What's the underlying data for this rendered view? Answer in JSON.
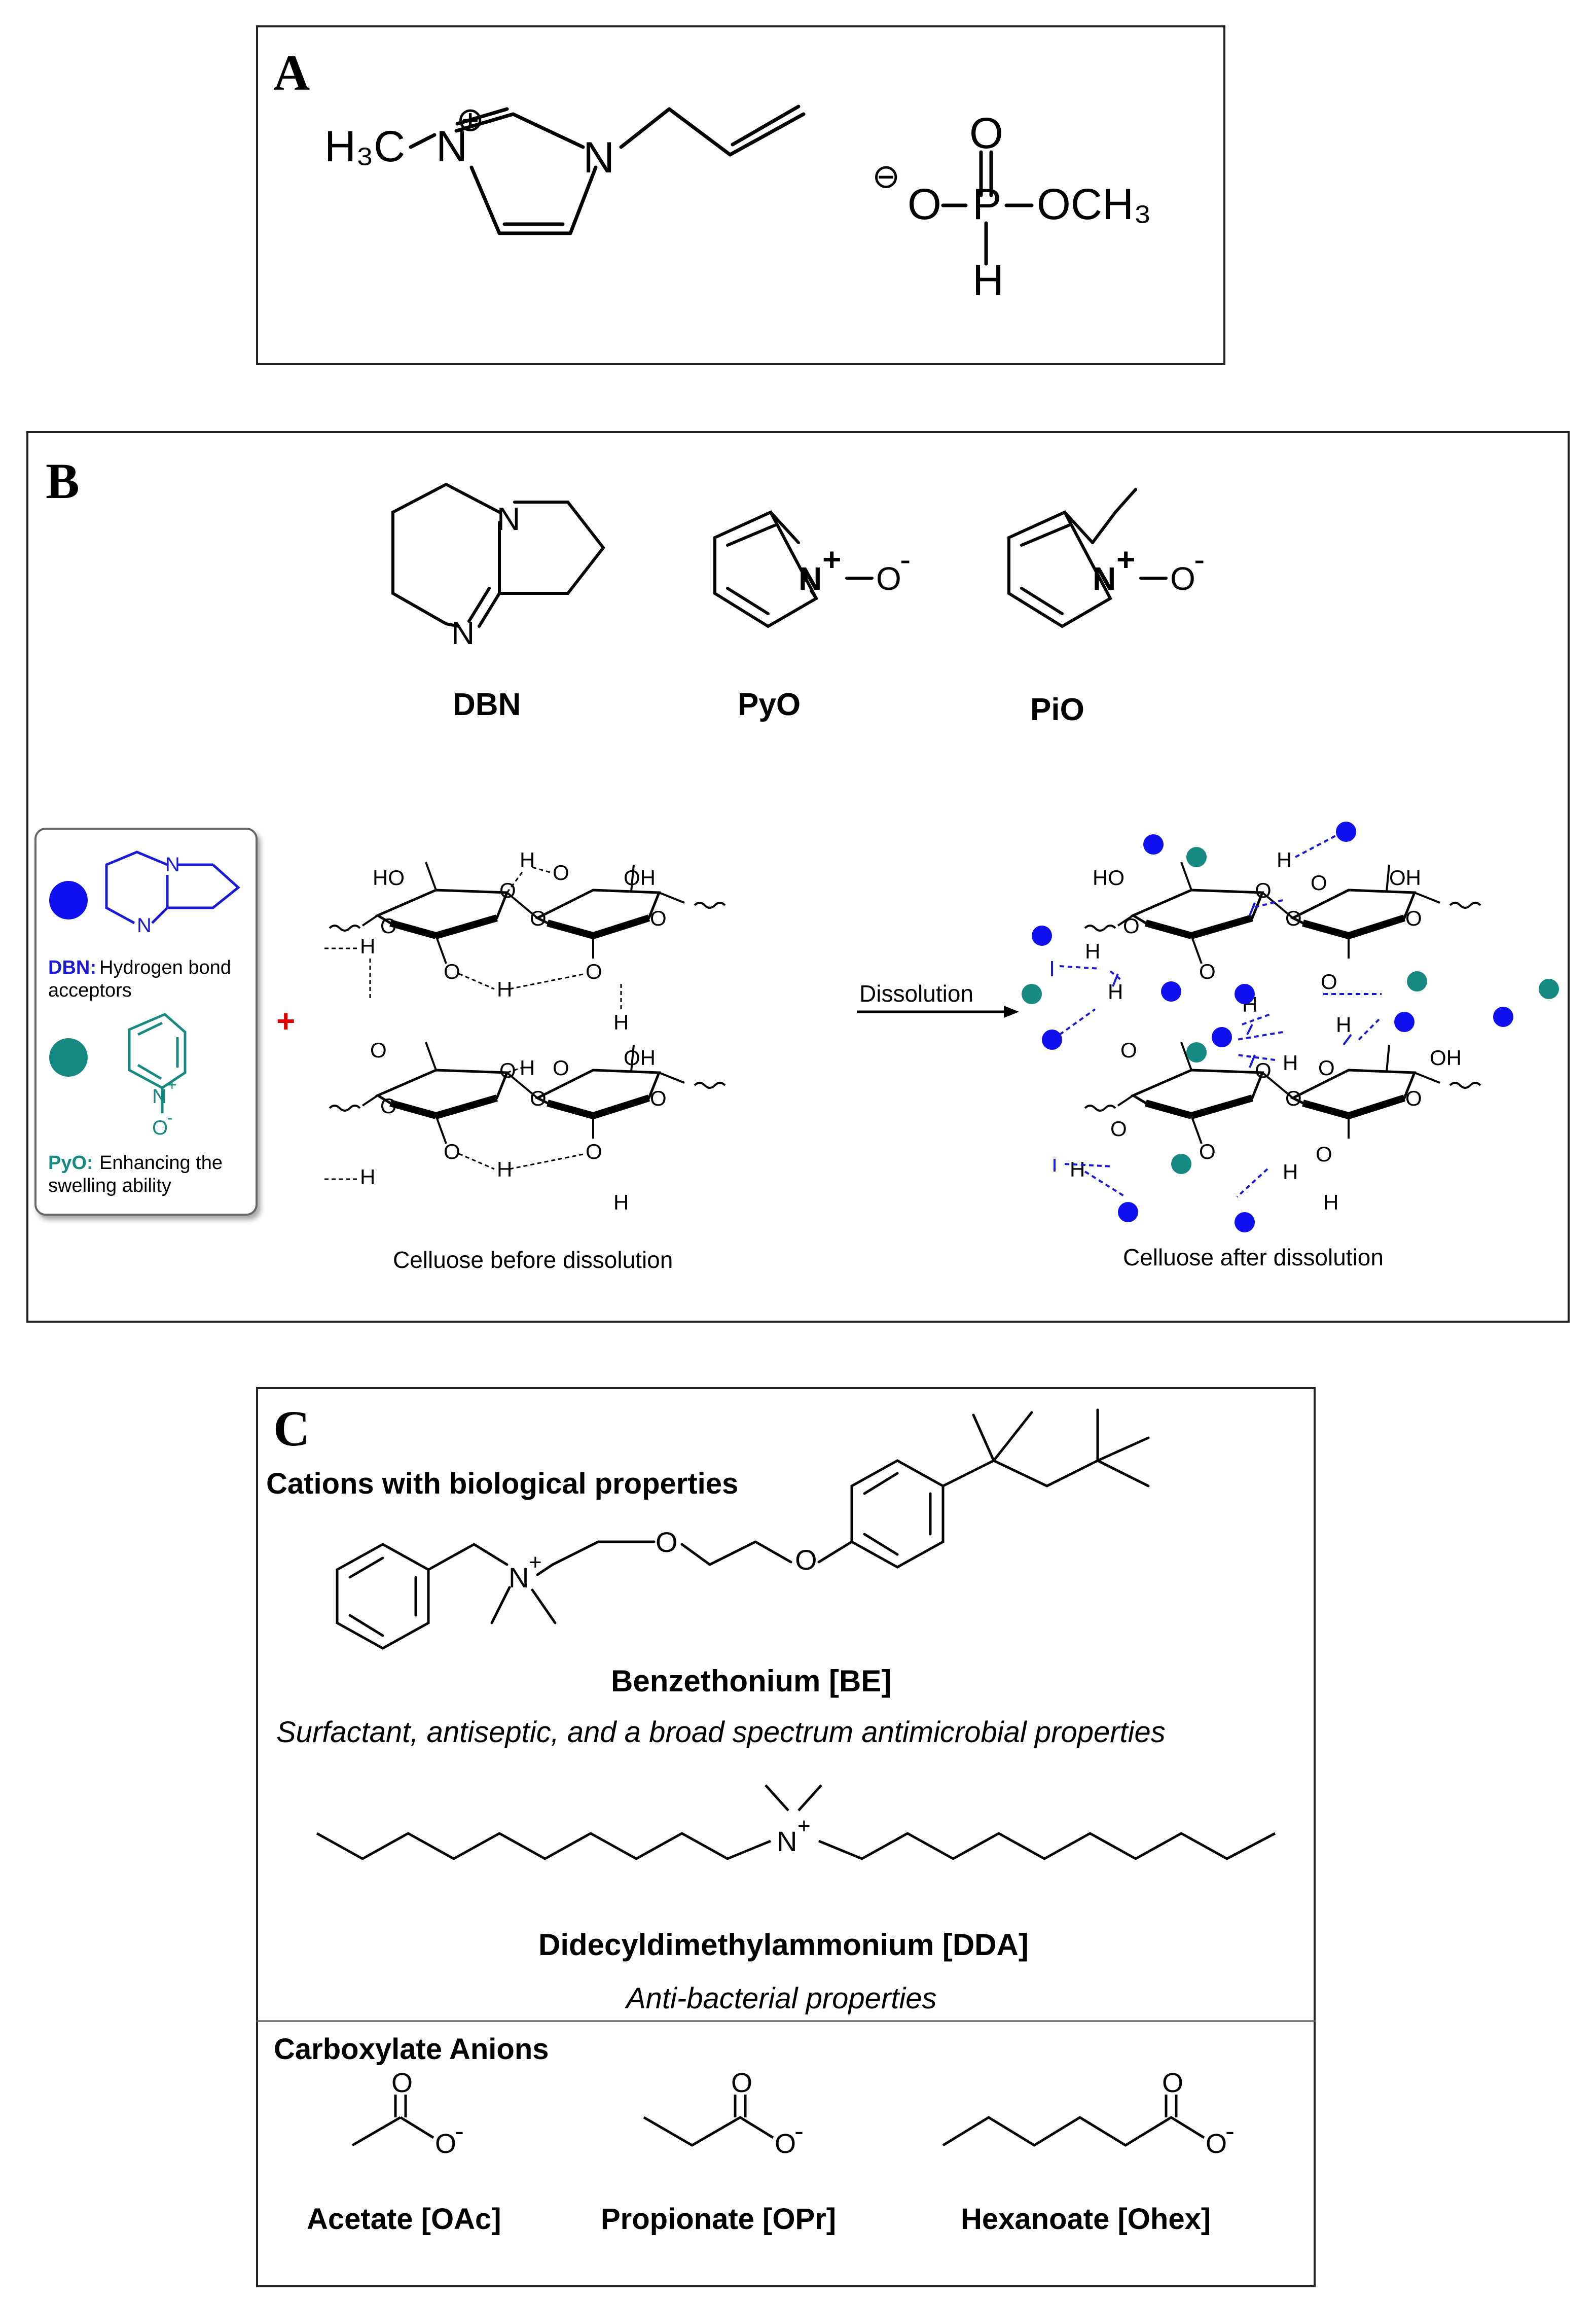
{
  "panel_a": {
    "label": "A",
    "cation": {
      "methyl": "H₃C",
      "n1": "N",
      "n3": "N",
      "charge": "⊕"
    },
    "anion": {
      "o_top": "O",
      "o_minus": "O",
      "charge": "⊖",
      "p": "P",
      "h": "H",
      "och3": "OCH₃"
    }
  },
  "panel_b": {
    "label": "B",
    "molecules": [
      {
        "name": "DBN",
        "n_atom1": "N",
        "n_atom2": "N"
      },
      {
        "name": "PyO",
        "n_atom": "N",
        "plus": "+",
        "o_atom": "O",
        "minus": "-"
      },
      {
        "name": "PiO",
        "n_atom": "N",
        "plus": "+",
        "o_atom": "O",
        "minus": "-"
      }
    ],
    "legend": {
      "dbn_key": "DBN:",
      "dbn_text_1": "Hydrogen bond",
      "dbn_text_2": "acceptors",
      "pyo_key": "PyO:",
      "pyo_text_1": "Enhancing the",
      "pyo_text_2": "swelling ability",
      "n_atom": "N",
      "n_plus": "+",
      "o_atom": "O",
      "o_minus": "-"
    },
    "plus_sign": "+",
    "arrow_label": "Dissolution",
    "caption_before": "Celluose before dissolution",
    "caption_after": "Celluose after dissolution",
    "atoms": {
      "ho": "HO",
      "oh": "OH",
      "o": "O",
      "h": "H"
    },
    "colors": {
      "dbn_dot": "#1010ee",
      "pyo_dot": "#168a80",
      "plus": "#e00000",
      "legend_dbn": "#1a1ad6",
      "legend_pyo": "#168a80"
    }
  },
  "panel_c": {
    "label": "C",
    "cations_header": "Cations with biological properties",
    "be_n": "N",
    "be_plus": "+",
    "be_o1": "O",
    "be_o2": "O",
    "be_name": "Benzethonium [BE]",
    "be_desc": "Surfactant, antiseptic, and a broad spectrum antimicrobial properties",
    "dda_n": "N",
    "dda_plus": "+",
    "dda_name": "Didecyldimethylammonium [DDA]",
    "dda_desc": "Anti-bacterial properties",
    "anions_header": "Carboxylate Anions",
    "anions": [
      {
        "name": "Acetate [OAc]",
        "o_top": "O",
        "o_minus": "O",
        "minus": "-"
      },
      {
        "name": "Propionate [OPr]",
        "o_top": "O",
        "o_minus": "O",
        "minus": "-"
      },
      {
        "name": "Hexanoate [Ohex]",
        "o_top": "O",
        "o_minus": "O",
        "minus": "-"
      }
    ]
  }
}
